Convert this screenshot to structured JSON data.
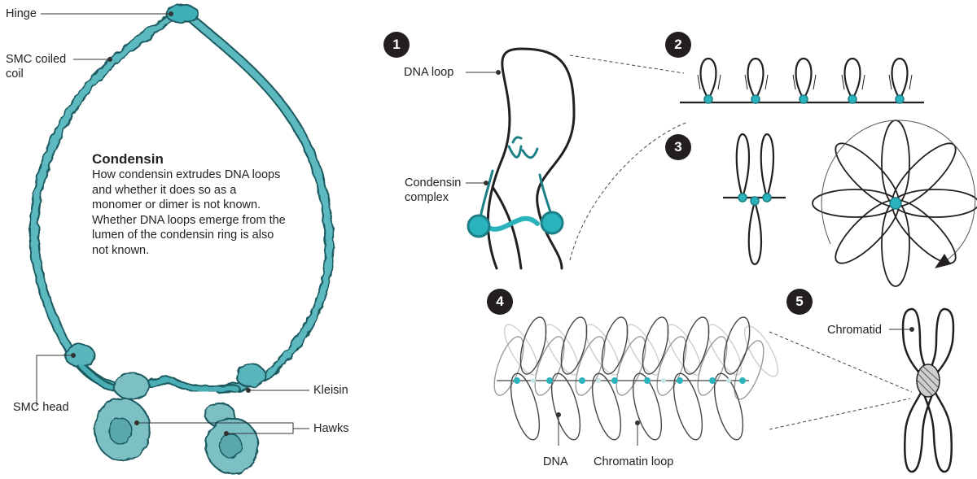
{
  "colors": {
    "teal": "#2bb3bd",
    "teal_light": "#7cc9cf",
    "teal_dark": "#1c7f86",
    "ink": "#231f20",
    "gray": "#9a9a9a"
  },
  "left_panel": {
    "labels": {
      "hinge": "Hinge",
      "smc_coiled_coil": "SMC coiled\ncoil",
      "smc_head": "SMC head",
      "kleisin": "Kleisin",
      "hawks": "Hawks"
    },
    "info": {
      "title": "Condensin",
      "body": "How condensin extrudes DNA loops and whether it does so as a monomer or dimer is not known. Whether DNA loops emerge from the lumen of the condensin ring is also not known."
    }
  },
  "steps": [
    "1",
    "2",
    "3",
    "4",
    "5"
  ],
  "panel1": {
    "dna_loop": "DNA loop",
    "condensin_complex": "Condensin\ncomplex"
  },
  "panel4": {
    "dna": "DNA",
    "chromatin_loop": "Chromatin loop"
  },
  "panel5": {
    "chromatid": "Chromatid"
  }
}
